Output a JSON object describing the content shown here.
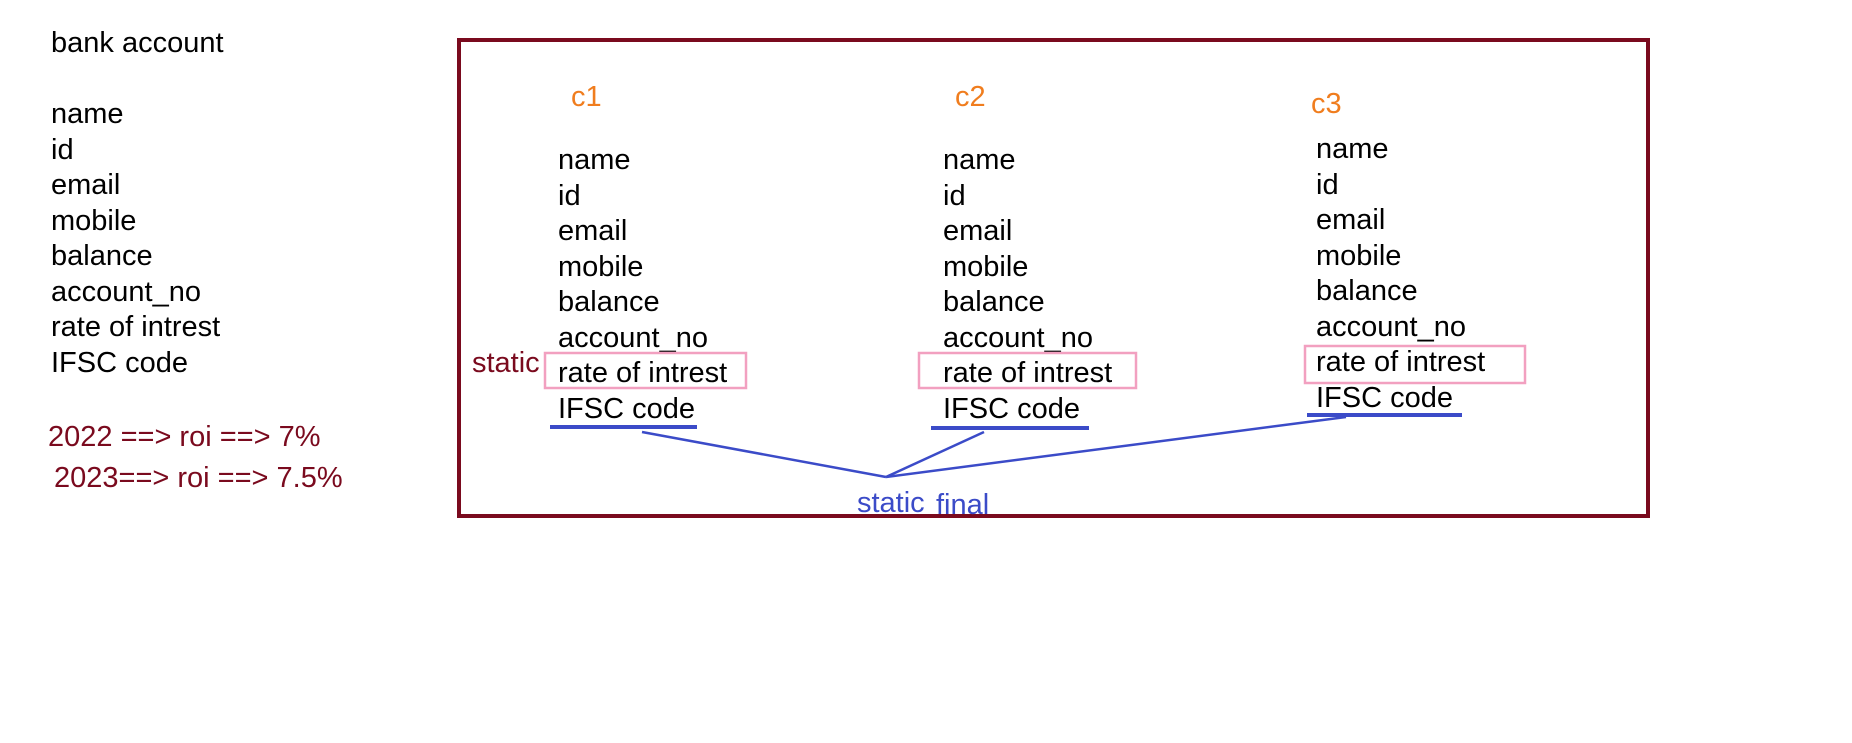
{
  "left_panel": {
    "title": "bank account",
    "fields": [
      "name",
      "id",
      "email",
      "mobile",
      "balance",
      "account_no",
      "rate of intrest",
      "IFSC code"
    ],
    "notes": [
      "2022 ==> roi ==> 7%",
      "2023==> roi ==> 7.5%"
    ]
  },
  "objects": [
    {
      "label": "c1",
      "fields": [
        "name",
        "id",
        "email",
        "mobile",
        "balance",
        "account_no",
        "rate of intrest",
        "IFSC code"
      ]
    },
    {
      "label": "c2",
      "fields": [
        "name",
        "id",
        "email",
        "mobile",
        "balance",
        "account_no",
        "rate of intrest",
        "IFSC code"
      ]
    },
    {
      "label": "c3",
      "fields": [
        "name",
        "id",
        "email",
        "mobile",
        "balance",
        "account_no",
        "rate of intrest",
        "IFSC code"
      ]
    }
  ],
  "annotations": {
    "static_label": "static",
    "static_final": [
      "static",
      "final"
    ]
  },
  "colors": {
    "frame": "#7a0a1e",
    "object_label": "#f07d1e",
    "highlight_box": "#f2a0c0",
    "connector": "#3b4bc8",
    "note_text": "#7a0a1e"
  }
}
